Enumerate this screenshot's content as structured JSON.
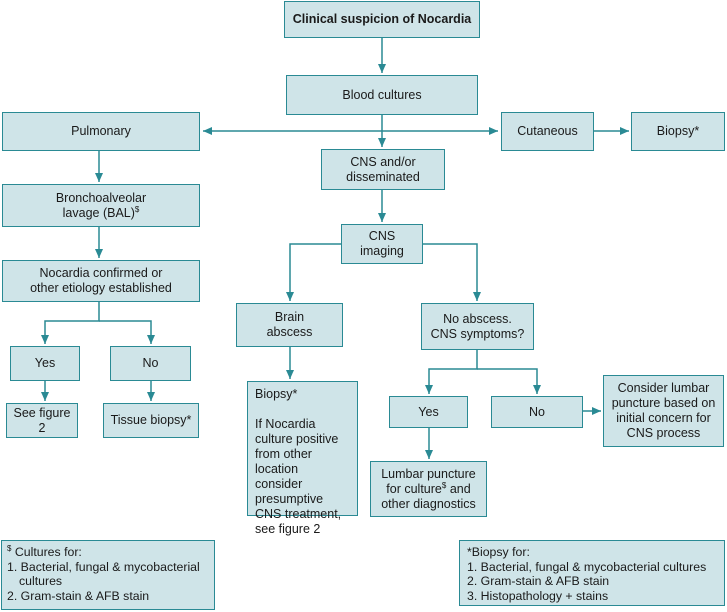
{
  "colors": {
    "fill": "#cfe4e8",
    "stroke": "#2a8a94"
  },
  "nodes": {
    "clinical": "Clinical suspicion of Nocardia",
    "blood": "Blood cultures",
    "pulmonary": "Pulmonary",
    "cutaneous": "Cutaneous",
    "biopsy_cut": "Biopsy*",
    "cns_dissem": [
      "CNS and/or",
      "disseminated"
    ],
    "bal_line1": "Bronchoalveolar",
    "bal_line2": "lavage (BAL)",
    "bal_sup": "$",
    "confirmed": [
      "Nocardia confirmed or",
      "other etiology established"
    ],
    "cns_imaging": "CNS imaging",
    "yes1": "Yes",
    "no1": "No",
    "see_fig2": "See figure 2",
    "tissue_biopsy": "Tissue biopsy*",
    "brain_abscess": [
      "Brain",
      "abscess"
    ],
    "no_abscess": [
      "No abscess.",
      "CNS symptoms?"
    ],
    "biopsy_brain": [
      "Biopsy*",
      "",
      "If Nocardia",
      "culture positive",
      "from other location",
      "consider presumptive",
      "CNS treatment,",
      "see figure 2"
    ],
    "yes2": "Yes",
    "no2": "No",
    "consider_lp": [
      "Consider lumbar",
      "puncture based on",
      "initial concern for",
      "CNS process"
    ],
    "lp_line1": "Lumbar puncture",
    "lp_line2a": "for culture",
    "lp_sup": "$",
    "lp_line2b": " and",
    "lp_line3": "other diagnostics"
  },
  "footnotes": {
    "cultures": {
      "sup": "$",
      "title": " Cultures for:",
      "items": [
        "1. Bacterial, fungal & mycobacterial",
        "    cultures",
        "2. Gram-stain & AFB stain"
      ]
    },
    "biopsy": {
      "title": "*Biopsy for:",
      "items": [
        "1. Bacterial, fungal & mycobacterial cultures",
        "2. Gram-stain & AFB stain",
        "3. Histopathology + stains"
      ]
    }
  }
}
